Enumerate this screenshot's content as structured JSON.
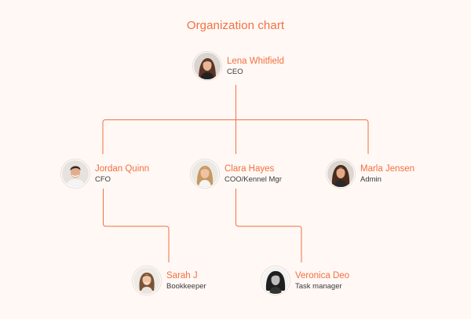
{
  "title": "Organization chart",
  "colors": {
    "accent": "#f2703f",
    "background": "#fff8f5",
    "role_text": "#3a3a3a"
  },
  "people": {
    "ceo": {
      "name": "Lena Whitfield",
      "role": "CEO",
      "avatar_icon": "woman-avatar-icon"
    },
    "cfo": {
      "name": "Jordan Quinn",
      "role": "CFO",
      "avatar_icon": "man-avatar-icon"
    },
    "coo": {
      "name": "Clara Hayes",
      "role": "COO/Kennel Mgr",
      "avatar_icon": "woman-avatar-icon"
    },
    "admin": {
      "name": "Marla Jensen",
      "role": "Admin",
      "avatar_icon": "woman-avatar-icon"
    },
    "bookkeep": {
      "name": "Sarah J",
      "role": "Bookkeeper",
      "avatar_icon": "woman-avatar-icon"
    },
    "taskmgr": {
      "name": "Veronica Deo",
      "role": "Task manager",
      "avatar_icon": "woman-bw-avatar-icon"
    }
  },
  "reports_to": {
    "cfo": "ceo",
    "coo": "ceo",
    "admin": "ceo",
    "bookkeep": "cfo",
    "taskmgr": "coo"
  }
}
